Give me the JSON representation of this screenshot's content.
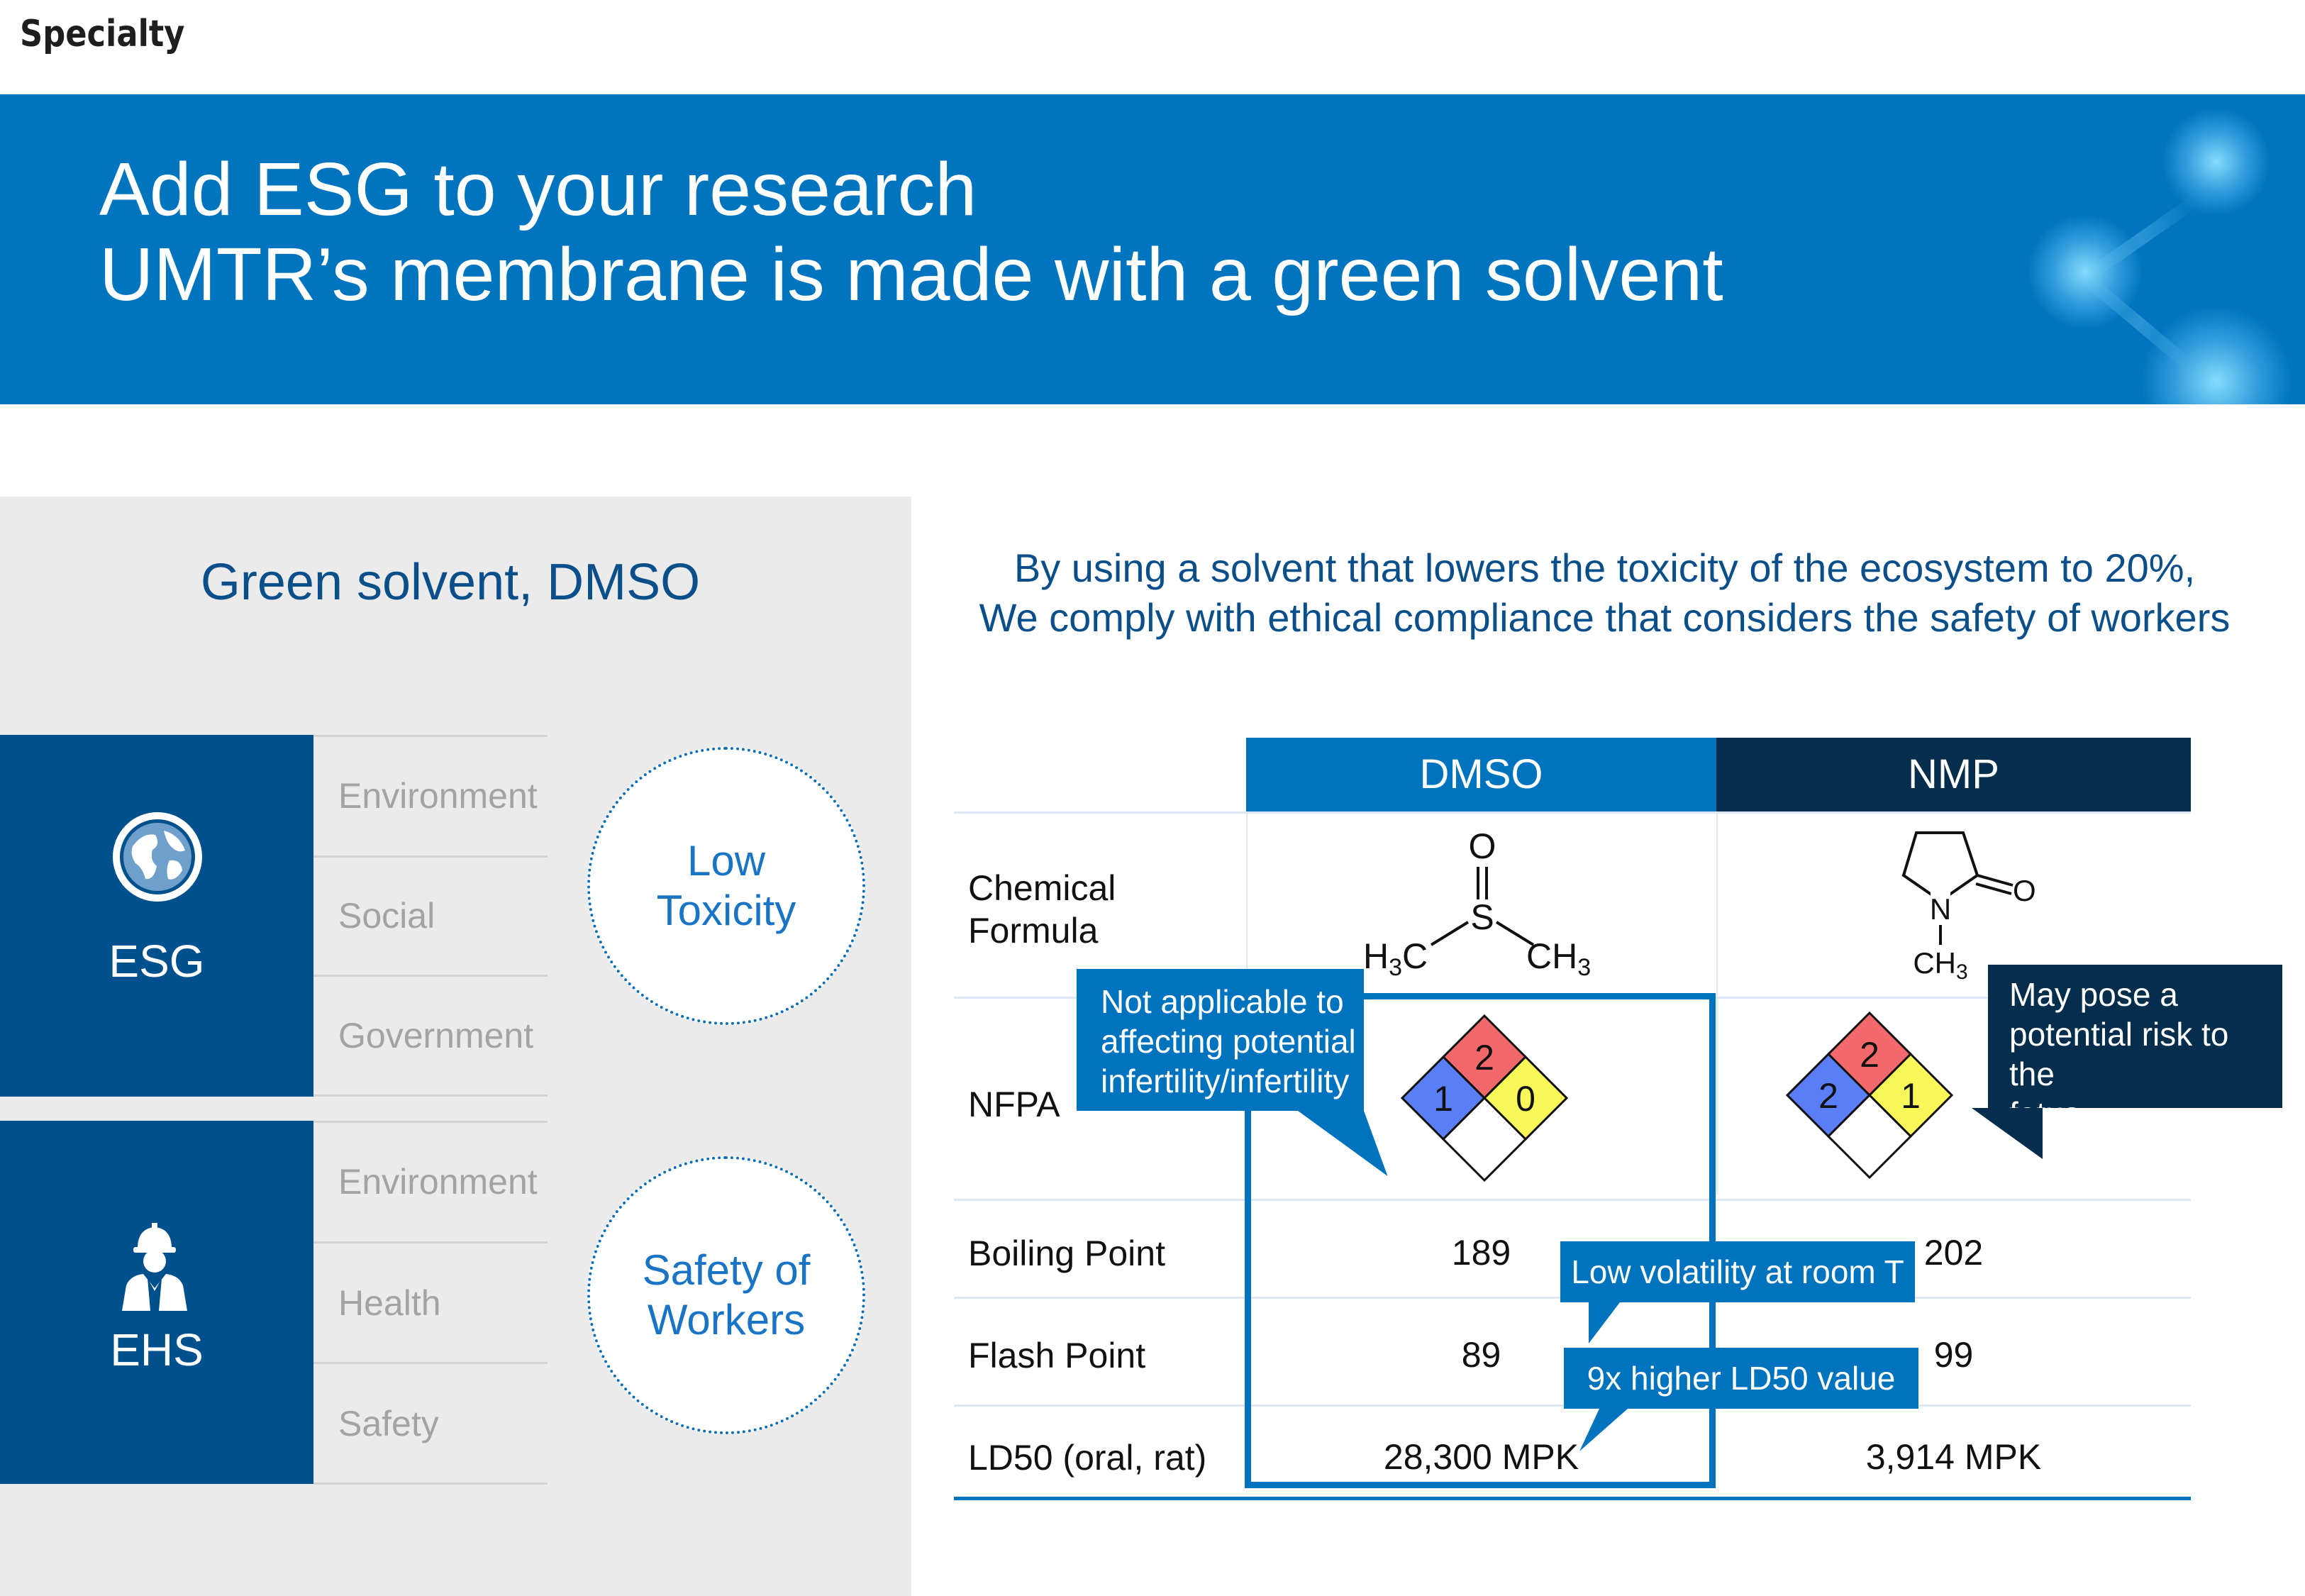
{
  "top_label": "Specialty",
  "banner": {
    "line1": "Add ESG to your research",
    "line2": "UMTR’s membrane is made with a green solvent"
  },
  "left_panel": {
    "title": "Green solvent, DMSO",
    "groups": [
      {
        "label": "ESG",
        "icon": "globe-icon",
        "items": [
          "Environment",
          "Social",
          "Government"
        ],
        "circle": [
          "Low",
          "Toxicity"
        ]
      },
      {
        "label": "EHS",
        "icon": "worker-icon",
        "items": [
          "Environment",
          "Health",
          "Safety"
        ],
        "circle": [
          "Safety of",
          "Workers"
        ]
      }
    ]
  },
  "subtitle": {
    "line1": "By using a solvent that lowers the toxicity of the ecosystem to 20%,",
    "line2": "We comply with ethical compliance that considers the safety of workers"
  },
  "table": {
    "columns": [
      "DMSO",
      "NMP"
    ],
    "rows": [
      {
        "label_line1": "Chemical",
        "label_line2": "Formula"
      },
      {
        "label": "NFPA"
      },
      {
        "label": "Boiling Point",
        "dmso": "189",
        "nmp": "202"
      },
      {
        "label": "Flash Point",
        "dmso": "89",
        "nmp": "99"
      },
      {
        "label": "LD50 (oral, rat)",
        "dmso": "28,300 MPK",
        "nmp": "3,914 MPK"
      }
    ],
    "formulas": {
      "dmso": {
        "o": "O",
        "s": "S",
        "left": "H",
        "left_sub": "3",
        "left_c": "C",
        "right_c": "CH",
        "right_sub": "3"
      },
      "nmp": {
        "o": "O",
        "n": "N",
        "ch": "CH",
        "ch_sub": "3"
      }
    },
    "nfpa": {
      "dmso": {
        "health": "1",
        "flammability": "2",
        "reactivity": "0"
      },
      "nmp": {
        "health": "2",
        "flammability": "2",
        "reactivity": "1"
      }
    },
    "nfpa_colors": {
      "health": "#5a7ef5",
      "flammability": "#f2686b",
      "reactivity": "#f8f85a",
      "special": "#ffffff"
    }
  },
  "callouts": {
    "dmso_note": [
      "Not applicable to",
      "affecting potential",
      "infertility/infertility"
    ],
    "nmp_note": [
      "May pose a",
      "potential risk to the",
      "fetus"
    ],
    "volatility": "Low volatility at room T",
    "ld50": "9x higher LD50 value"
  },
  "colors": {
    "banner": "#0074bf",
    "dmso_header": "#0073be",
    "nmp_header": "#052d4c",
    "left_block": "#00508e",
    "title_text": "#0b4f8a"
  }
}
